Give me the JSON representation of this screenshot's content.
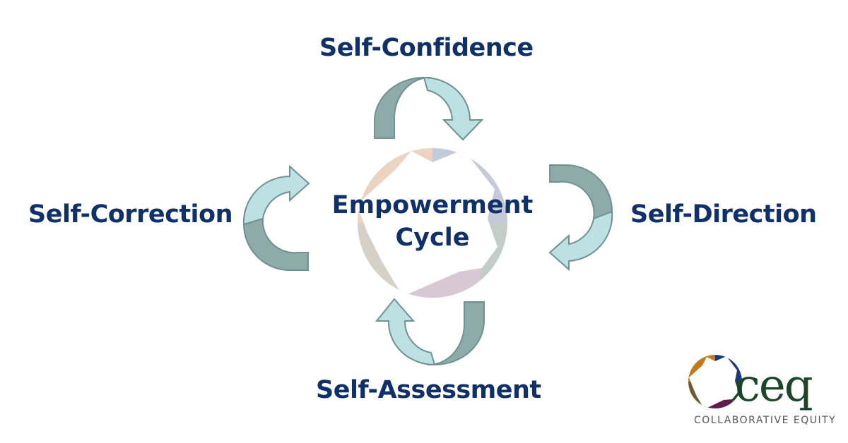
{
  "diagram": {
    "center": {
      "line1": "Empowerment",
      "line2": "Cycle"
    },
    "stages": {
      "top": "Self-Confidence",
      "right": "Self-Direction",
      "bottom": "Self-Assessment",
      "left": "Self-Correction"
    }
  },
  "logo": {
    "wordmark": "ceq",
    "tagline": "COLLABORATIVE EQUITY"
  },
  "colors": {
    "text": "#0f3068",
    "arrow_dark": "#8eaaa9",
    "arrow_light": "#bde0e3",
    "arrow_stroke": "#6f9192"
  }
}
